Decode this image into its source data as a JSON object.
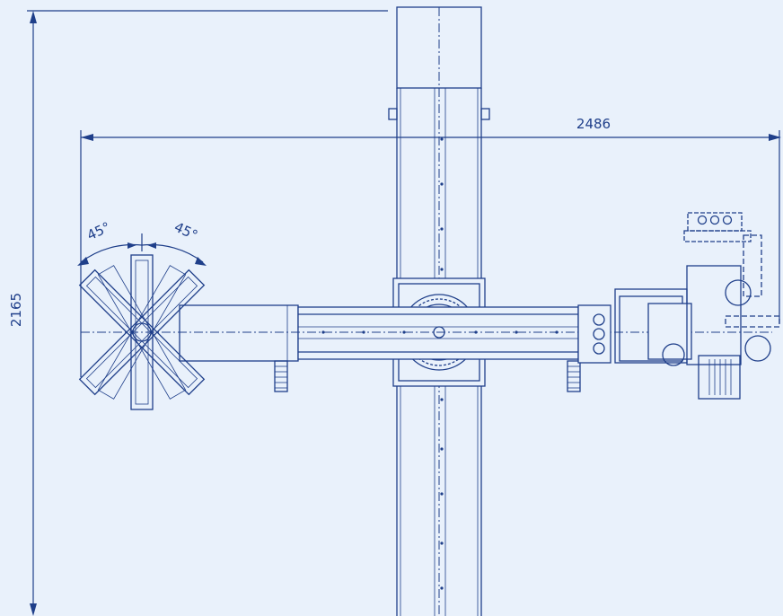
{
  "colors": {
    "background": "#e9f1fb",
    "line": "#1f3f8a"
  },
  "dimensions": {
    "height": "2165",
    "width": "2486",
    "angle_left": "45°",
    "angle_right": "45°"
  }
}
